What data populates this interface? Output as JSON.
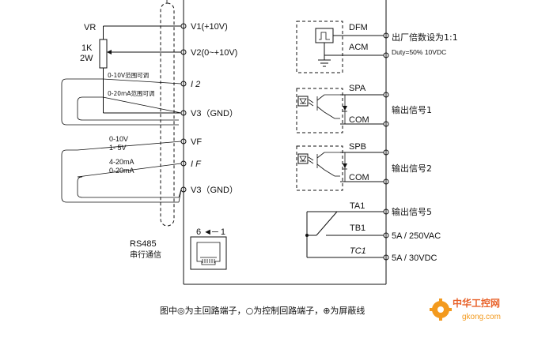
{
  "terminals_left": {
    "v1": "V1(+10V)",
    "v2": "V2(0~+10V)",
    "i2": "I 2",
    "v3a": "V3（GND）",
    "vf": "VF",
    "if": "I F",
    "v3b": "V3（GND）"
  },
  "pot": {
    "vr": "VR",
    "value": "1K",
    "power": "2W"
  },
  "notes_left": {
    "range_v": "0-10V范围可调",
    "range_ma": "0-20mA范围可调",
    "vf_range1": "0-10V",
    "vf_range2": "1- 5V",
    "if_range1": "4-20mA",
    "if_range2": "0-20mA"
  },
  "rs485": {
    "label": "RS485",
    "desc": "串行通信",
    "pins": "6 ◄─ 1"
  },
  "terminals_right": {
    "dfm": "DFM",
    "acm": "ACM",
    "spa": "SPA",
    "com1": "COM",
    "spb": "SPB",
    "com2": "COM",
    "ta1": "TA1",
    "tb1": "TB1",
    "tc1": "TC1"
  },
  "notes_right": {
    "factory": "出厂倍数设为1:1",
    "duty": "Duty=50%  10VDC",
    "out1": "输出信号1",
    "out2": "输出信号2",
    "out5": "输出信号5",
    "ac": "5A / 250VAC",
    "dc": "5A / 30VDC"
  },
  "legend": {
    "text": "图中◎为主回路端子，○为控制回路端子，⊕为屏蔽线"
  },
  "watermark": {
    "cn": "中华工控网",
    "url": "gkong.com"
  }
}
